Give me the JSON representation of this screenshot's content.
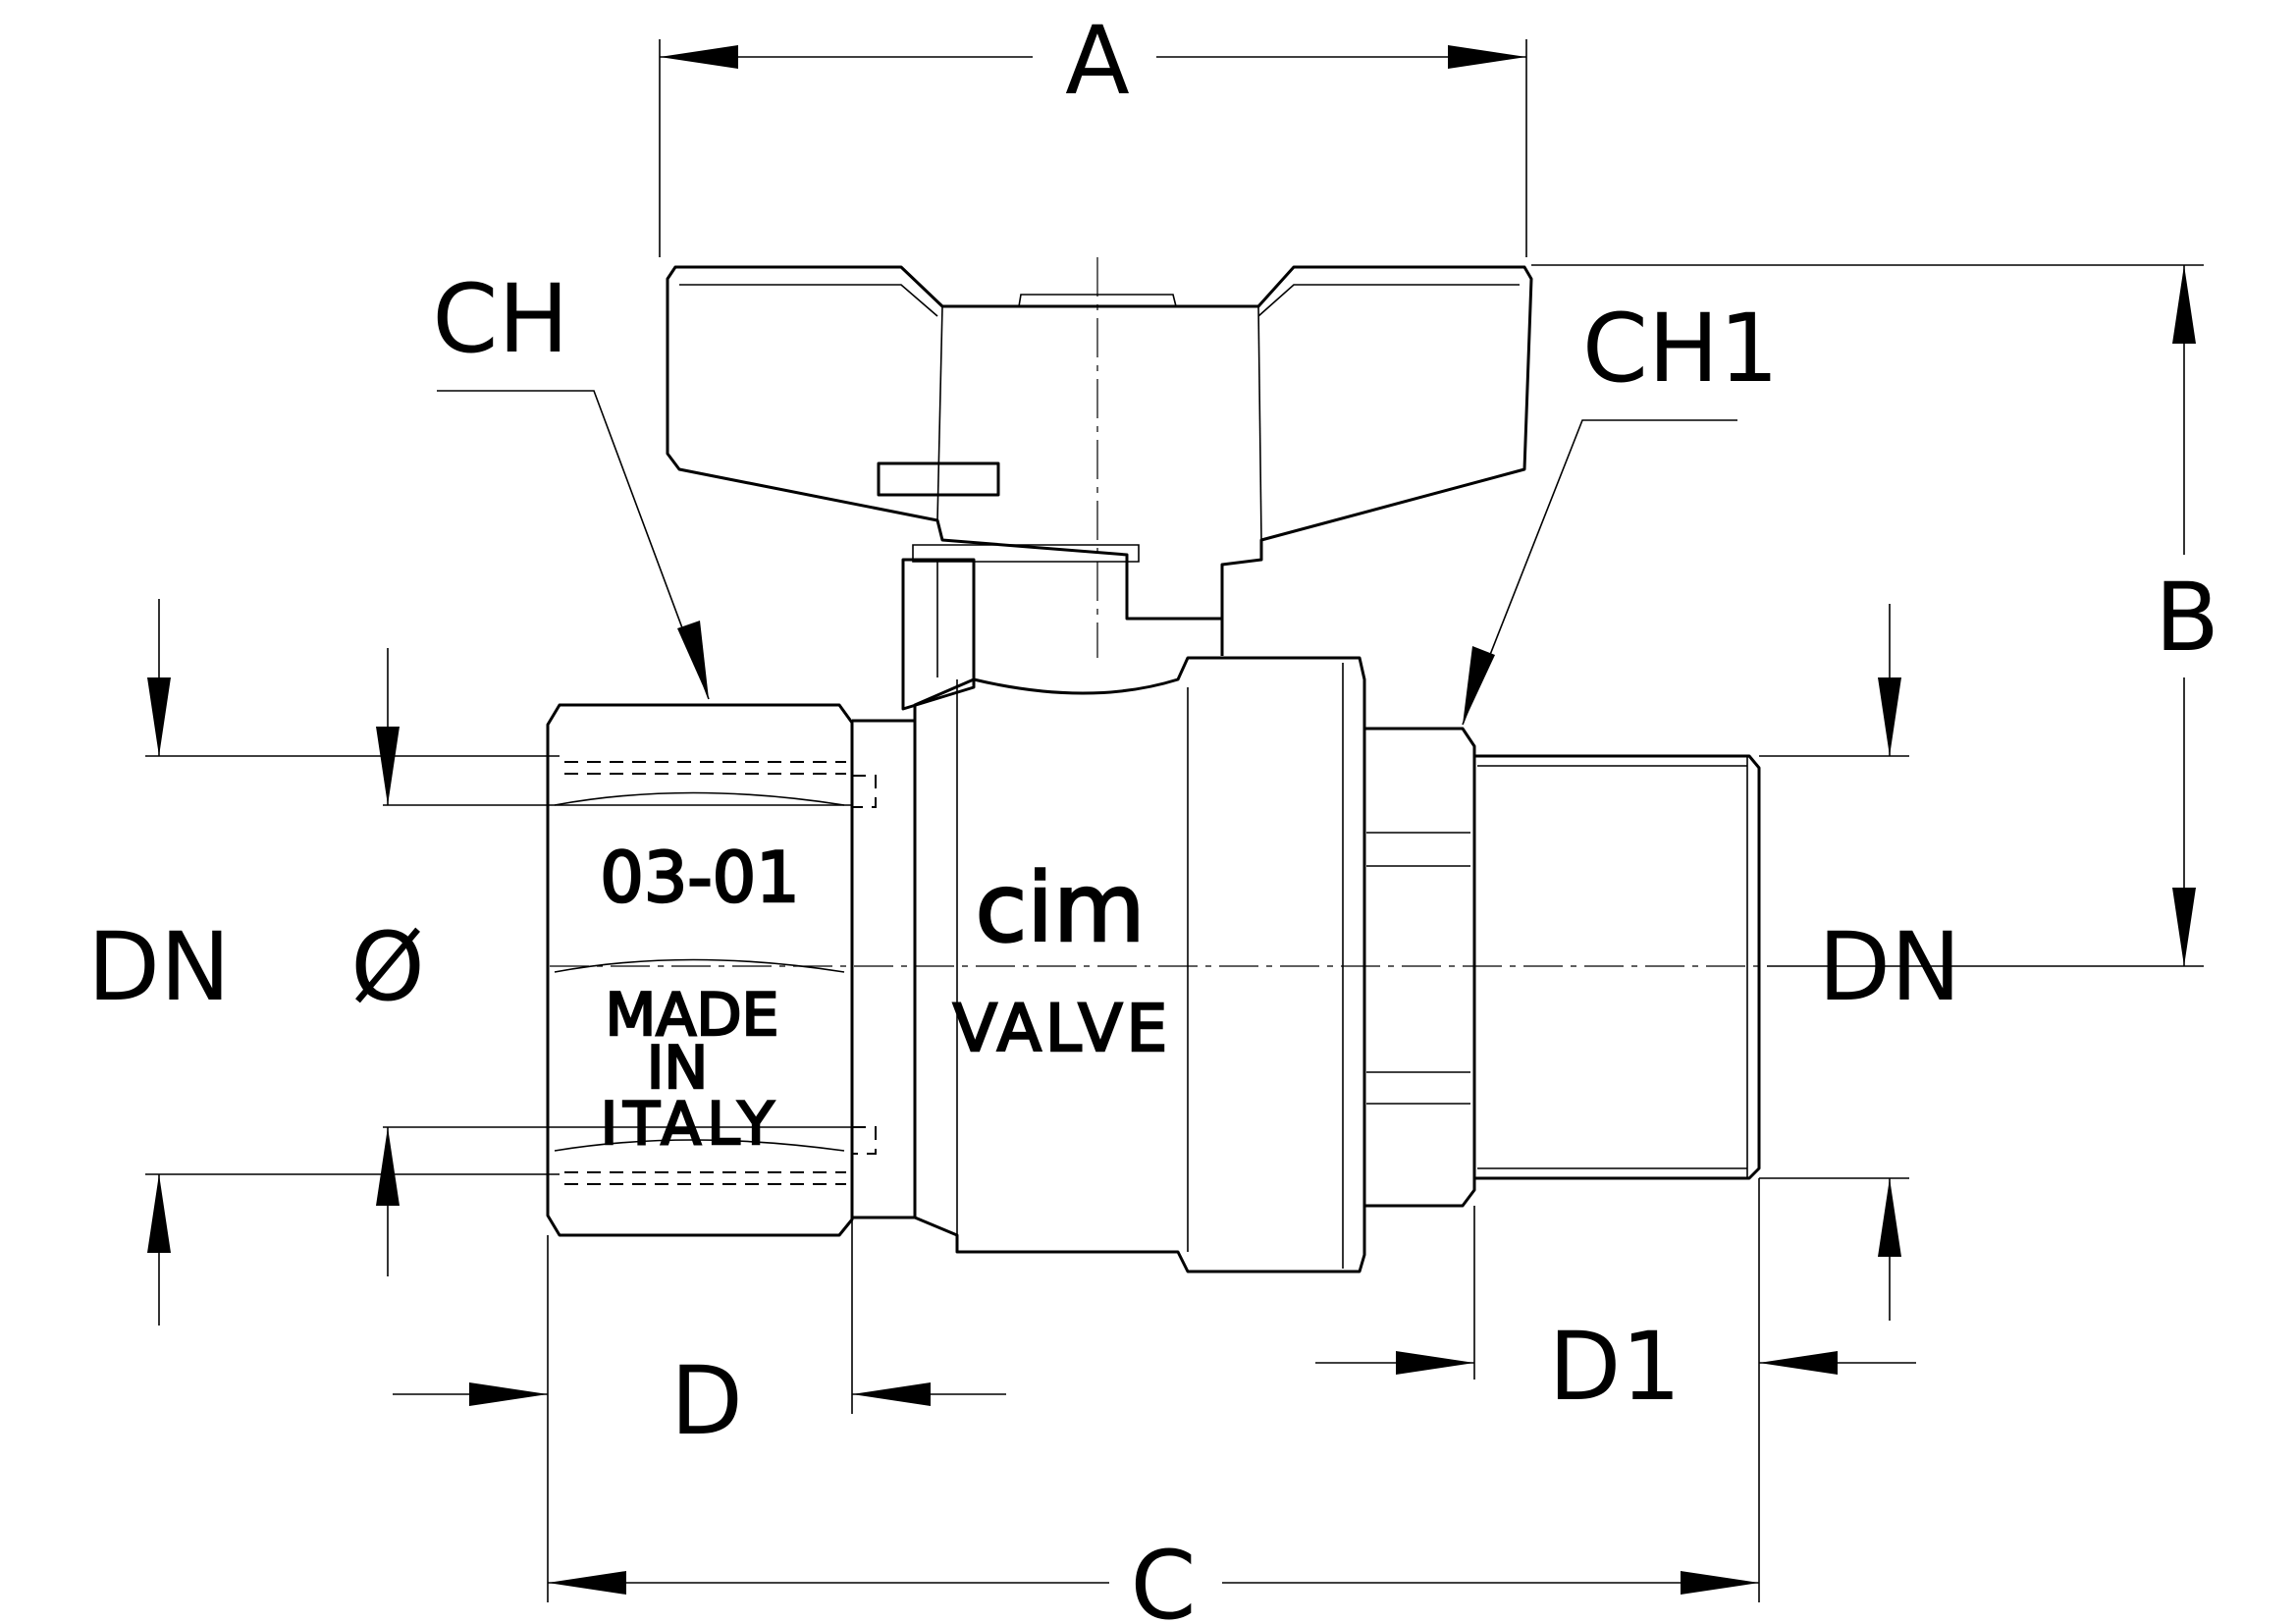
{
  "dimensions": {
    "A": "A",
    "B": "B",
    "C": "C",
    "D": "D",
    "D1": "D1",
    "CH": "CH",
    "CH1": "CH1",
    "DN_left": "DN",
    "DN_right": "DN",
    "phi": "Ø"
  },
  "markings": {
    "code": "03-01",
    "brand": "cim",
    "valve": "VALVE",
    "made": "MADE",
    "in": "IN",
    "italy": "ITALY"
  }
}
